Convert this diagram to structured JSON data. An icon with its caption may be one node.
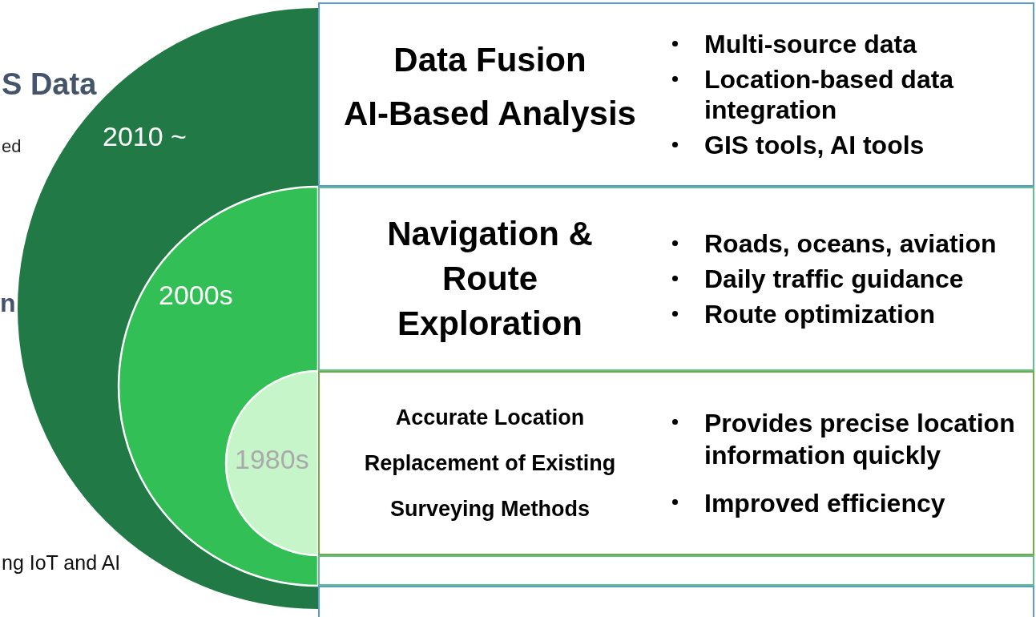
{
  "diagram": {
    "nodes": [
      {
        "text": [
          "2010 ~"
        ]
      },
      {
        "text": [
          "2000s"
        ],
        "in": 0
      },
      {
        "text": [
          "1980s"
        ],
        "in": 1
      },
      {
        "text": [
          "Data Fusion",
          "AI-Based Analysis",
          "Multi-source data",
          "Location-based data integration",
          "GIS tools, AI tools"
        ]
      },
      {
        "text": [
          "Navigation & Route Exploration",
          "Roads, oceans, aviation",
          "Daily traffic guidance",
          "Route optimization"
        ]
      },
      {
        "text": [
          "Accurate Location",
          "Replacement of Existing Surveying Methods",
          "Provides precise location information quickly",
          "Improved efficiency"
        ]
      },
      {
        "text": [],
        "shape": "box"
      },
      {
        "text": [],
        "shape": "box"
      }
    ],
    "labels": [
      "S Data",
      "ed",
      "n",
      "ng IoT and AI"
    ]
  }
}
